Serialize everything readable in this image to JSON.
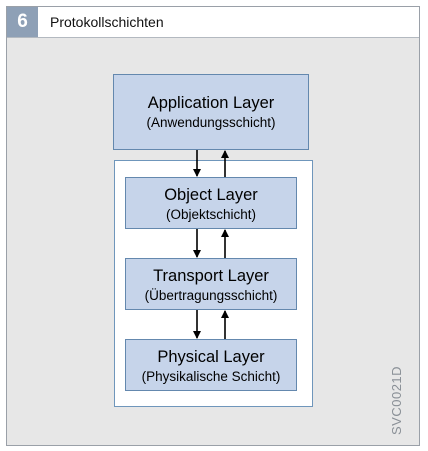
{
  "header": {
    "number": "6",
    "title": "Protokollschichten"
  },
  "layers": [
    {
      "name": "Application Layer",
      "subtitle": "(Anwendungsschicht)"
    },
    {
      "name": "Object Layer",
      "subtitle": "(Objektschicht)"
    },
    {
      "name": "Transport Layer",
      "subtitle": "(Übertragungsschicht)"
    },
    {
      "name": "Physical Layer",
      "subtitle": "(Physikalische Schicht)"
    }
  ],
  "figure_code": "SVC0021D",
  "colors": {
    "layer_fill": "#c6d4ea",
    "layer_border": "#6488ae",
    "number_badge": "#8ea0b6",
    "background": "#e7e7e7"
  }
}
